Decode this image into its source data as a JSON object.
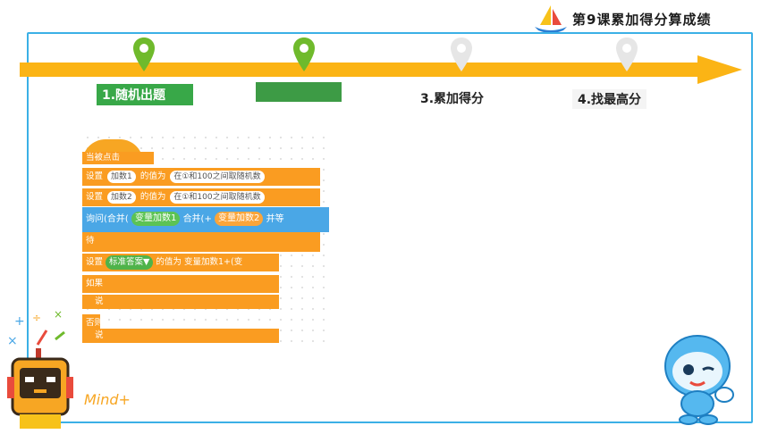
{
  "header": {
    "title": "第9课累加得分算成绩"
  },
  "steps": [
    {
      "label": "1.随机出题"
    },
    {
      "label": ""
    },
    {
      "label": "3.累加得分"
    },
    {
      "label": "4.找最高分"
    }
  ],
  "blocks": {
    "hat": "当被点击",
    "set1": {
      "prefix": "设置",
      "var": "加数1",
      "mid": "的值为",
      "range": "在①和100之间取随机数"
    },
    "set2": {
      "prefix": "设置",
      "var": "加数2",
      "mid": "的值为",
      "range": "在①和100之间取随机数"
    },
    "ask": {
      "text": "询问(合并(",
      "v1": "变量加数1",
      "join": "合并(+",
      "v2": "变量加数2",
      "tail": "并等"
    },
    "wait": "待",
    "set3": {
      "prefix": "设置",
      "var": "标准答案▼",
      "mid": "的值为",
      "expr": "变量加数1+(变"
    },
    "if": "如果",
    "say1": "说",
    "else": "否则",
    "say2": "说"
  },
  "footer": {
    "brand": "Mind+"
  },
  "colors": {
    "frame": "#3bb0e6",
    "arrow": "#fbb415",
    "block_orange": "#fa9c21",
    "block_blue": "#4aa7e6",
    "pin_green": "#6fba2c"
  }
}
